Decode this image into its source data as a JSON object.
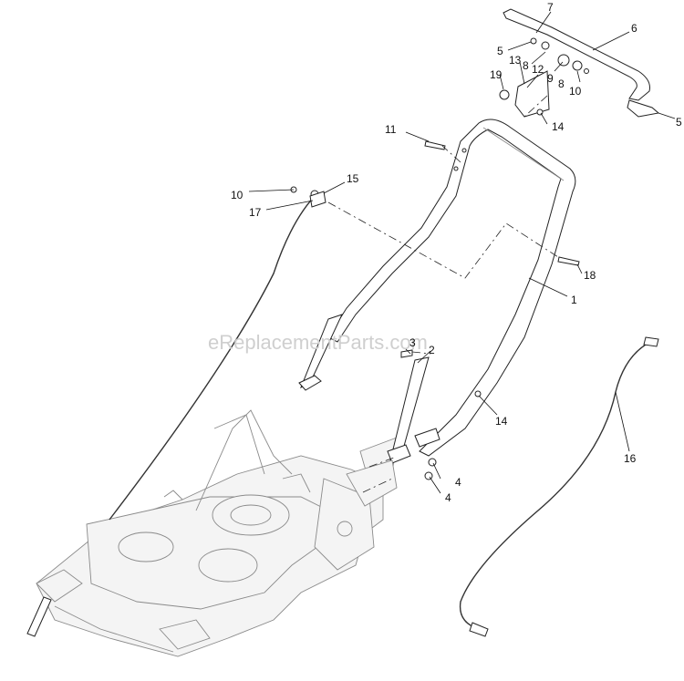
{
  "watermark": "eReplacementParts.com",
  "callouts": {
    "c1": "1",
    "c2": "2",
    "c3": "3",
    "c4a": "4",
    "c4b": "4",
    "c5a": "5",
    "c5b": "5",
    "c6": "6",
    "c7": "7",
    "c8a": "8",
    "c8b": "8",
    "c9": "9",
    "c10a": "10",
    "c10b": "10",
    "c11": "11",
    "c12": "12",
    "c13": "13",
    "c14a": "14",
    "c14b": "14",
    "c15": "15",
    "c16": "16",
    "c17": "17",
    "c18": "18",
    "c19": "19"
  }
}
